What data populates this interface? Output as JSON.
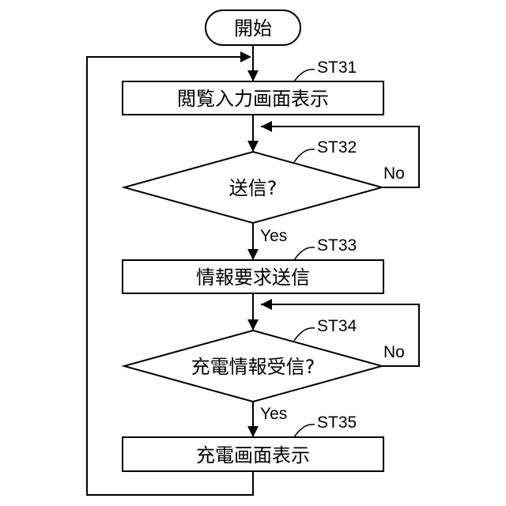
{
  "flowchart": {
    "start": {
      "label": "開始"
    },
    "steps": [
      {
        "id": "ST31",
        "label": "閲覧入力画面表示"
      },
      {
        "id": "ST32",
        "label": "送信?"
      },
      {
        "id": "ST33",
        "label": "情報要求送信"
      },
      {
        "id": "ST34",
        "label": "充電情報受信?"
      },
      {
        "id": "ST35",
        "label": "充電画面表示"
      }
    ],
    "branches": {
      "st32_yes": "Yes",
      "st32_no": "No",
      "st34_yes": "Yes",
      "st34_no": "No"
    }
  }
}
